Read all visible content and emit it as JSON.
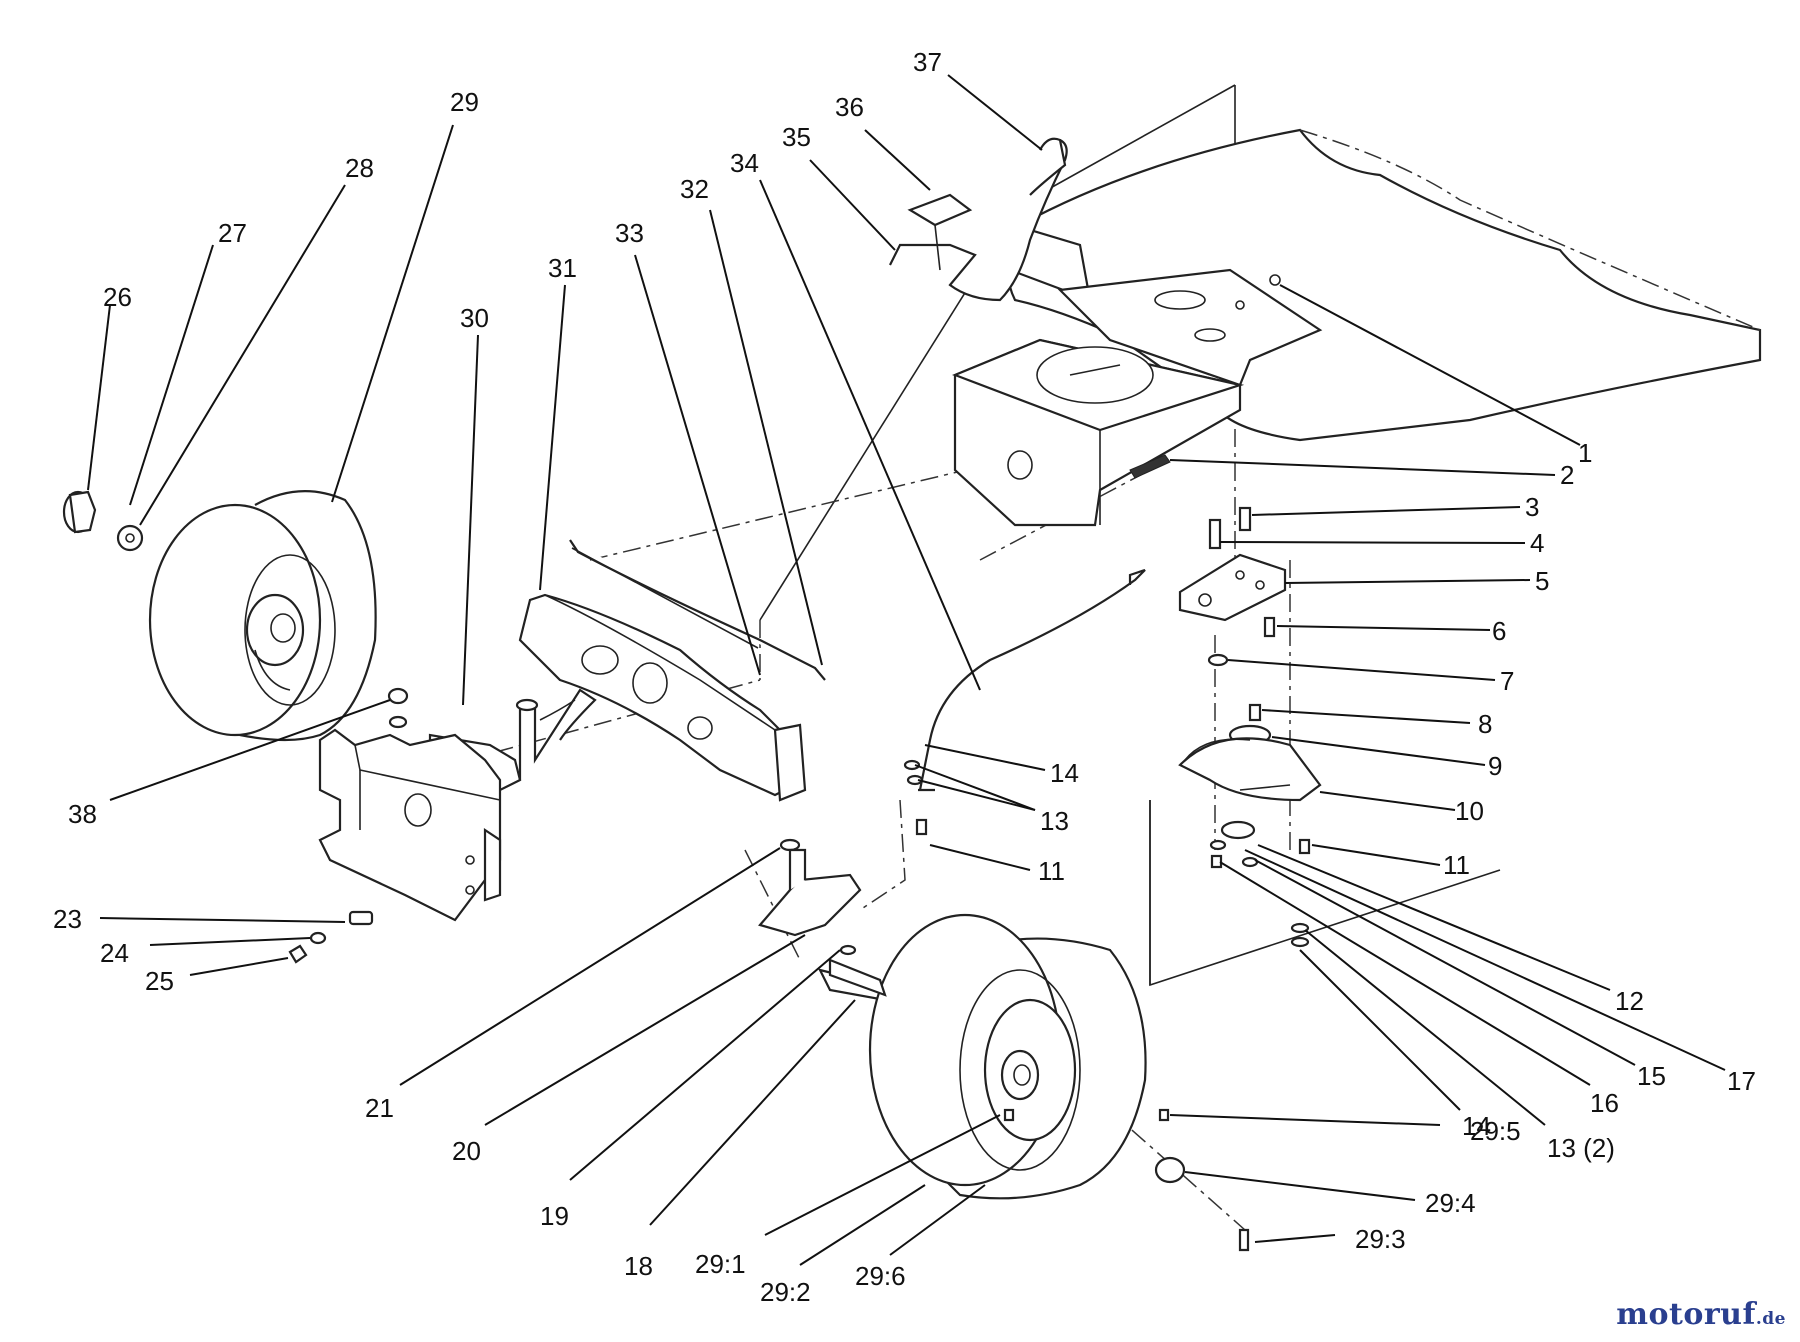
{
  "watermark": {
    "name": "motoruf",
    "tld": ".de"
  },
  "callouts": [
    {
      "id": "c1",
      "text": "1"
    },
    {
      "id": "c2",
      "text": "2"
    },
    {
      "id": "c3",
      "text": "3"
    },
    {
      "id": "c4",
      "text": "4"
    },
    {
      "id": "c5",
      "text": "5"
    },
    {
      "id": "c6",
      "text": "6"
    },
    {
      "id": "c7",
      "text": "7"
    },
    {
      "id": "c8",
      "text": "8"
    },
    {
      "id": "c9",
      "text": "9"
    },
    {
      "id": "c10",
      "text": "10"
    },
    {
      "id": "c11a",
      "text": "11"
    },
    {
      "id": "c11b",
      "text": "11"
    },
    {
      "id": "c12",
      "text": "12"
    },
    {
      "id": "c13a",
      "text": "13"
    },
    {
      "id": "c13b",
      "text": "13 (2)"
    },
    {
      "id": "c14a",
      "text": "14"
    },
    {
      "id": "c14b",
      "text": "14"
    },
    {
      "id": "c15",
      "text": "15"
    },
    {
      "id": "c16",
      "text": "16"
    },
    {
      "id": "c17",
      "text": "17"
    },
    {
      "id": "c18",
      "text": "18"
    },
    {
      "id": "c19",
      "text": "19"
    },
    {
      "id": "c20",
      "text": "20"
    },
    {
      "id": "c21",
      "text": "21"
    },
    {
      "id": "c23",
      "text": "23"
    },
    {
      "id": "c24",
      "text": "24"
    },
    {
      "id": "c25",
      "text": "25"
    },
    {
      "id": "c26",
      "text": "26"
    },
    {
      "id": "c27",
      "text": "27"
    },
    {
      "id": "c28",
      "text": "28"
    },
    {
      "id": "c29",
      "text": "29"
    },
    {
      "id": "c29_1",
      "text": "29:1"
    },
    {
      "id": "c29_2",
      "text": "29:2"
    },
    {
      "id": "c29_3",
      "text": "29:3"
    },
    {
      "id": "c29_4",
      "text": "29:4"
    },
    {
      "id": "c29_5",
      "text": "29:5"
    },
    {
      "id": "c29_6",
      "text": "29:6"
    },
    {
      "id": "c30",
      "text": "30"
    },
    {
      "id": "c31",
      "text": "31"
    },
    {
      "id": "c32",
      "text": "32"
    },
    {
      "id": "c33",
      "text": "33"
    },
    {
      "id": "c34",
      "text": "34"
    },
    {
      "id": "c35",
      "text": "35"
    },
    {
      "id": "c36",
      "text": "36"
    },
    {
      "id": "c37",
      "text": "37"
    },
    {
      "id": "c38",
      "text": "38"
    }
  ]
}
